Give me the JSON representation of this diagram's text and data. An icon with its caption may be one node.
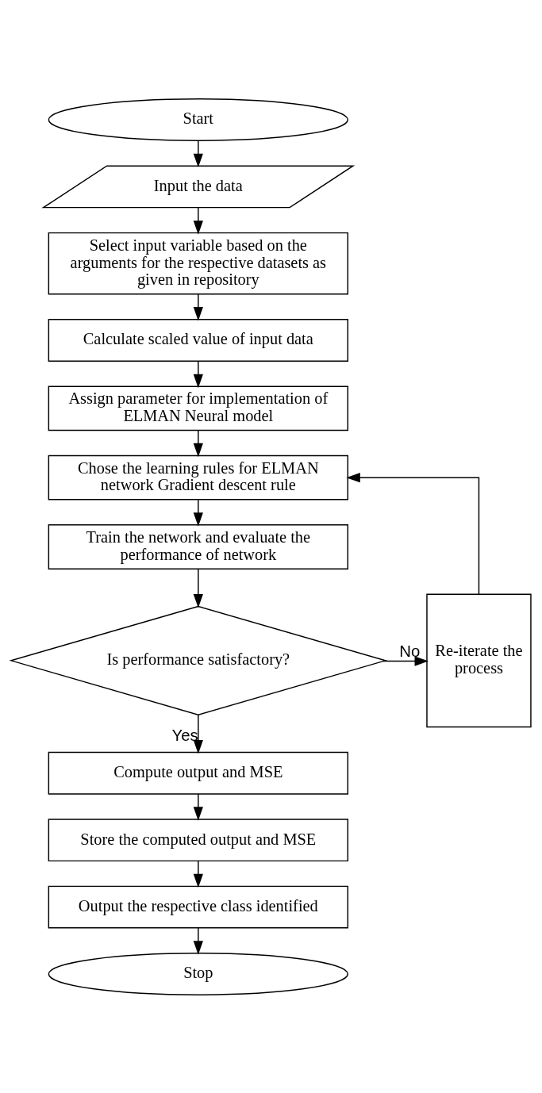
{
  "diagram": {
    "nodes": [
      {
        "text": [
          "Start"
        ]
      },
      {
        "text": [
          "Input the data"
        ]
      },
      {
        "text": [
          "Select input variable based on the arguments for the respective datasets as given in repository"
        ]
      },
      {
        "text": [
          "Calculate scaled value of input data"
        ]
      },
      {
        "text": [
          "Assign parameter for implementation of ELMAN Neural model"
        ]
      },
      {
        "text": [
          "Chose the learning rules for ELMAN network Gradient descent rule"
        ]
      },
      {
        "text": [
          "Train the network and evaluate the performance of network"
        ]
      },
      {
        "text": [
          "Is performance satisfactory?"
        ]
      },
      {
        "text": [
          "Re-iterate the process"
        ]
      },
      {
        "text": [
          "Compute output and MSE"
        ]
      },
      {
        "text": [
          "Store the computed output and MSE"
        ]
      },
      {
        "text": [
          "Output the respective class identified"
        ]
      },
      {
        "text": [
          "Stop"
        ]
      }
    ],
    "edges": [
      {
        "from": 0,
        "to": 1,
        "arrow": "to"
      },
      {
        "from": 1,
        "to": 2,
        "arrow": "to"
      },
      {
        "from": 2,
        "to": 3,
        "arrow": "to"
      },
      {
        "from": 3,
        "to": 4,
        "arrow": "to"
      },
      {
        "from": 4,
        "to": 5,
        "arrow": "to"
      },
      {
        "from": 5,
        "to": 6,
        "arrow": "to"
      },
      {
        "from": 6,
        "to": 7,
        "arrow": "to"
      },
      {
        "from": 7,
        "to": 8,
        "arrow": "to",
        "label": "No"
      },
      {
        "from": 8,
        "to": 5,
        "arrow": "to"
      },
      {
        "from": 7,
        "to": 9,
        "arrow": "to",
        "label": "Yes"
      },
      {
        "from": 9,
        "to": 10,
        "arrow": "to"
      },
      {
        "from": 10,
        "to": 11,
        "arrow": "to"
      },
      {
        "from": 11,
        "to": 12,
        "arrow": "to"
      }
    ]
  }
}
